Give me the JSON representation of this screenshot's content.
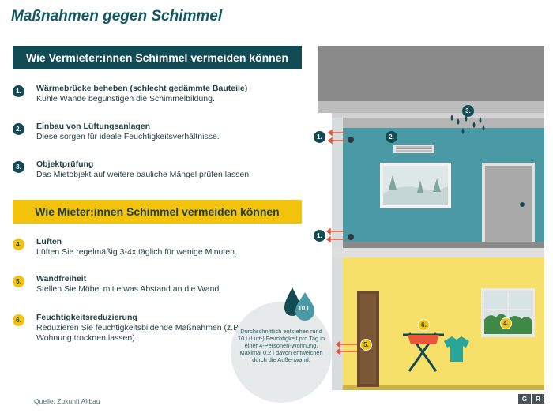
{
  "title": "Maßnahmen gegen Schimmel",
  "landlord": {
    "heading": "Wie Vermieter:innen Schimmel vermeiden können",
    "items": [
      {
        "num": "1.",
        "title": "Wärmebrücke beheben (schlecht gedämmte Bauteile)",
        "text": "Kühle Wände begünstigen die Schimmelbildung."
      },
      {
        "num": "2.",
        "title": "Einbau von Lüftungsanlagen",
        "text": "Diese sorgen für ideale Feuchtigkeitsverhältnisse."
      },
      {
        "num": "3.",
        "title": "Objektprüfung",
        "text": "Das Mietobjekt auf weitere bauliche Mängel prüfen lassen."
      }
    ]
  },
  "tenant": {
    "heading": "Wie Mieter:innen Schimmel vermeiden können",
    "items": [
      {
        "num": "4.",
        "title": "Lüften",
        "text": "Lüften Sie regelmäßig 3-4x täglich für wenige Minuten."
      },
      {
        "num": "5.",
        "title": "Wandfreiheit",
        "text": "Stellen Sie Möbel mit etwas Abstand an die Wand."
      },
      {
        "num": "6.",
        "title": "Feuchtigkeitsreduzierung",
        "text": "Reduzieren Sie feuchtigkeitsbildende Maßnahmen (z.B. Wäsche in der Wohnung trocknen lassen)."
      }
    ]
  },
  "illustration": {
    "markers": {
      "m1": "1.",
      "m2": "2.",
      "m3": "3.",
      "m4": "4.",
      "m5": "5.",
      "m6": "6."
    },
    "water_label": "10 l",
    "info": "Durchschnittlich entstehen rund 10 l (Luft-) Feuchtigkeit pro Tag in einer 4-Personen-Wohnung. Maximal 0,2 l davon entweichen durch die Außenwand."
  },
  "source": "Quelle: Zukunft Altbau",
  "logo": {
    "left": "G",
    "right": "R"
  },
  "colors": {
    "dark_teal": "#134b55",
    "yellow": "#f3c20b",
    "wall_teal": "#4a9aa5",
    "wall_yellow": "#f7e06a",
    "roof": "#8a8a8a",
    "arrow": "#e8563a"
  },
  "icons": [
    "water-drop-icon",
    "arrow-icon",
    "window-icon",
    "door-icon",
    "ventilation-grille-icon",
    "drying-rack-icon",
    "tshirt-icon",
    "tree-icon"
  ]
}
